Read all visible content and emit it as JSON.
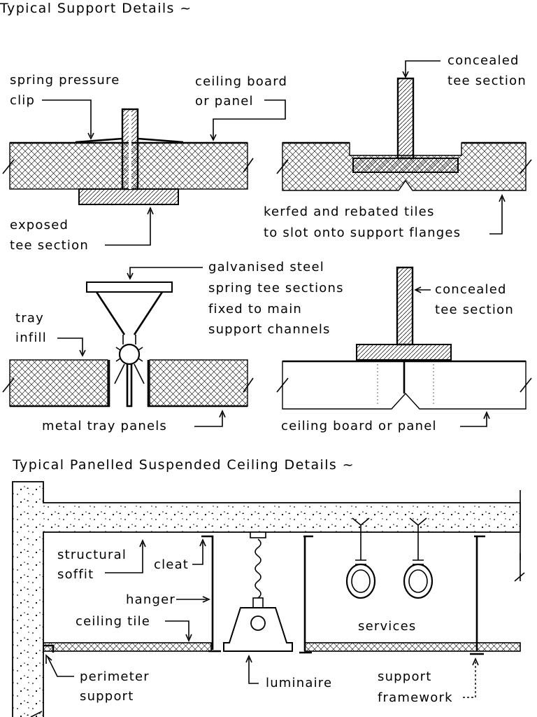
{
  "headings": {
    "support_details": "Typical Support Details ~",
    "ceiling_details": "Typical Panelled Suspended Ceiling Details ~"
  },
  "detail1": {
    "spring_clip_1": "spring pressure",
    "spring_clip_2": "clip",
    "board_1": "ceiling board",
    "board_2": "or panel",
    "exposed_1": "exposed",
    "exposed_2": "tee section"
  },
  "detail2": {
    "concealed_1": "concealed",
    "concealed_2": "tee section",
    "kerfed_1": "kerfed and rebated tiles",
    "kerfed_2": "to slot onto support flanges"
  },
  "detail3": {
    "galv_1": "galvanised steel",
    "galv_2": "spring tee sections",
    "galv_3": "fixed to main",
    "galv_4": "support channels",
    "tray_1": "tray",
    "tray_2": "infill",
    "metal_tray": "metal tray panels"
  },
  "detail4": {
    "concealed_1": "concealed",
    "concealed_2": "tee section",
    "board": "ceiling board or panel"
  },
  "ceiling": {
    "structural_1": "structural",
    "structural_2": "soffit",
    "cleat": "cleat",
    "hanger": "hanger",
    "ceiling_tile": "ceiling tile",
    "services": "services",
    "perimeter_1": "perimeter",
    "perimeter_2": "support",
    "luminaire": "luminaire",
    "framework_1": "support",
    "framework_2": "framework"
  }
}
